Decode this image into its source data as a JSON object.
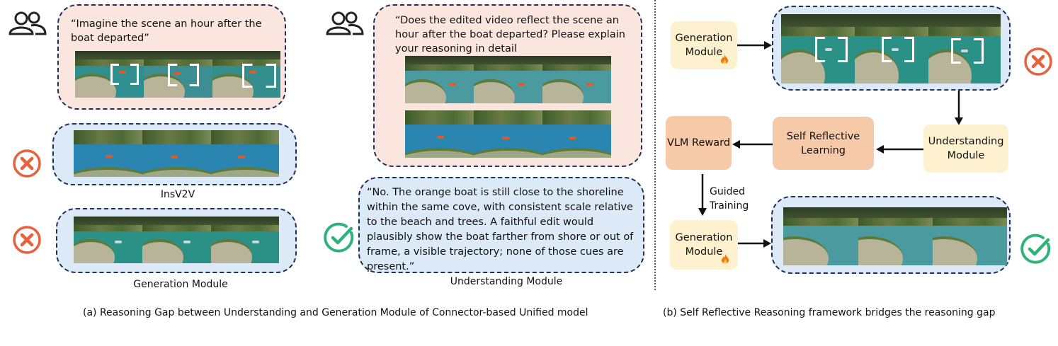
{
  "colors": {
    "dash_border": "#1f2f55",
    "pink_panel": "#fbe6df",
    "blue_panel": "#dce9f6",
    "yellow_module": "#fdf1cf",
    "salmon_module": "#f6c9a8",
    "fail_red": "#e8603c",
    "pass_green": "#2db37a",
    "fire_orange": "#f07a1a"
  },
  "icons": {
    "user": "users-icon",
    "fail": "x-circle-icon",
    "pass": "check-circle-icon",
    "fire": "flame-icon"
  },
  "panel_a": {
    "prompt": "“Imagine the scene an hour after the boat departed”",
    "insv2v_label": "InsV2V",
    "generation_label": "Generation Module"
  },
  "panel_u": {
    "question": "“Does the edited video reflect the scene an hour after the boat departed? Please explain your reasoning in detail",
    "answer": "“No. The orange boat is still close to the shoreline within the same cove, with consistent scale relative to the beach and trees. A faithful edit would plausibly show the boat farther from shore or out of frame, a visible trajectory; none of those cues are present.”",
    "label": "Understanding Module"
  },
  "panel_b": {
    "generation_module": "Generation Module",
    "understanding_module": "Understanding Module",
    "self_reflective": "Self Reflective Learning",
    "vlm_reward": "VLM Reward",
    "guided_training": "Guided Training"
  },
  "captions": {
    "a": "(a) Reasoning Gap between Understanding and Generation Module of Connector-based Unified model",
    "b": "(b) Self Reflective Reasoning framework bridges the reasoning gap"
  }
}
